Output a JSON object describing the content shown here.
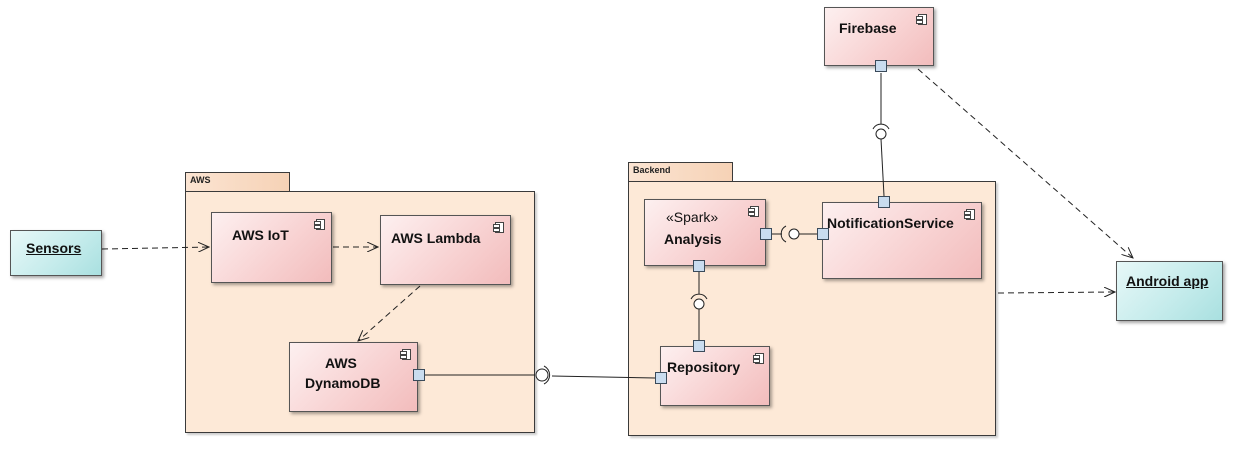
{
  "diagram": {
    "packages": {
      "aws": {
        "name": "AWS"
      },
      "backend": {
        "name": "Backend"
      }
    },
    "actors": {
      "sensors": {
        "label": "Sensors"
      },
      "android_app": {
        "label": "Android app"
      }
    },
    "components": {
      "firebase": {
        "label": "Firebase"
      },
      "aws_iot": {
        "label": "AWS IoT"
      },
      "aws_lambda": {
        "label": "AWS Lambda"
      },
      "aws_dynamodb": {
        "line1": "AWS",
        "line2": "DynamoDB"
      },
      "analysis": {
        "stereotype": "«Spark»",
        "label": "Analysis"
      },
      "notification_service": {
        "label": "NotificationService"
      },
      "repository": {
        "label": "Repository"
      }
    },
    "colors": {
      "component_fill": "#f8d3d3",
      "package_fill": "#fde9d7",
      "actor_fill": "#c6ecec",
      "port_fill": "#c9dcef"
    }
  }
}
